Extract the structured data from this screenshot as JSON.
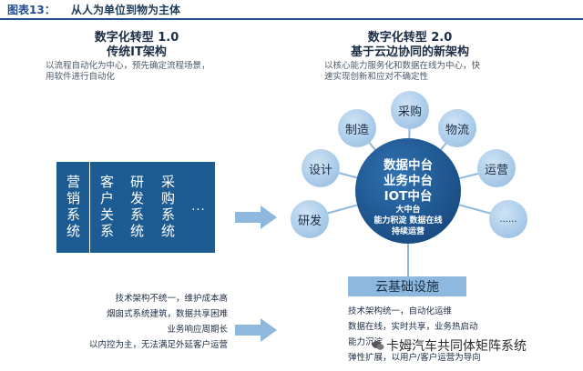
{
  "header": {
    "figure_label": "图表13：",
    "title": "从人为单位到物为主体"
  },
  "left": {
    "title_line1": "数字化转型 1.0",
    "title_line2": "传统IT架构",
    "desc_line1": "以流程自动化为中心，预先确定流程场景，",
    "desc_line2": "用软件进行自动化",
    "pillars": [
      "营销系统",
      "客户关系",
      "研发系统",
      "采购系统",
      "..."
    ],
    "bottom_lines": [
      "技术架构不统一，维护成本高",
      "烟囱式系统建筑，数据共享困难",
      "业务响应周期长",
      "以内控为主，无法满足外延客户运营"
    ]
  },
  "right": {
    "title_line1": "数字化转型 2.0",
    "title_line2": "基于云边协同的新架构",
    "desc_line1": "以核心能力服务化和数据在线为中心，快",
    "desc_line2": "速实现创新和应对不确定性",
    "hub": {
      "line1": "数据中台",
      "line2": "业务中台",
      "line3": "IOT中台",
      "line4": "大中台",
      "line5": "能力积淀 数据在线",
      "line6": "持续运营"
    },
    "nodes": [
      "采购",
      "物流",
      "运营",
      "......",
      "制造",
      "设计",
      "研发"
    ],
    "base": "云基础设施",
    "bottom_lines": [
      "技术架构统一，自动化运维",
      "数据在线，实时共享，业务热启动",
      "能力沉淀",
      "弹性扩展，以用户/客户运营为导向"
    ]
  },
  "watermark": "卡姆汽车共同体矩阵系统",
  "colors": {
    "primary": "#1c5c93",
    "node_fill": "#a9cbe9",
    "arrow": "#8eb8de"
  }
}
